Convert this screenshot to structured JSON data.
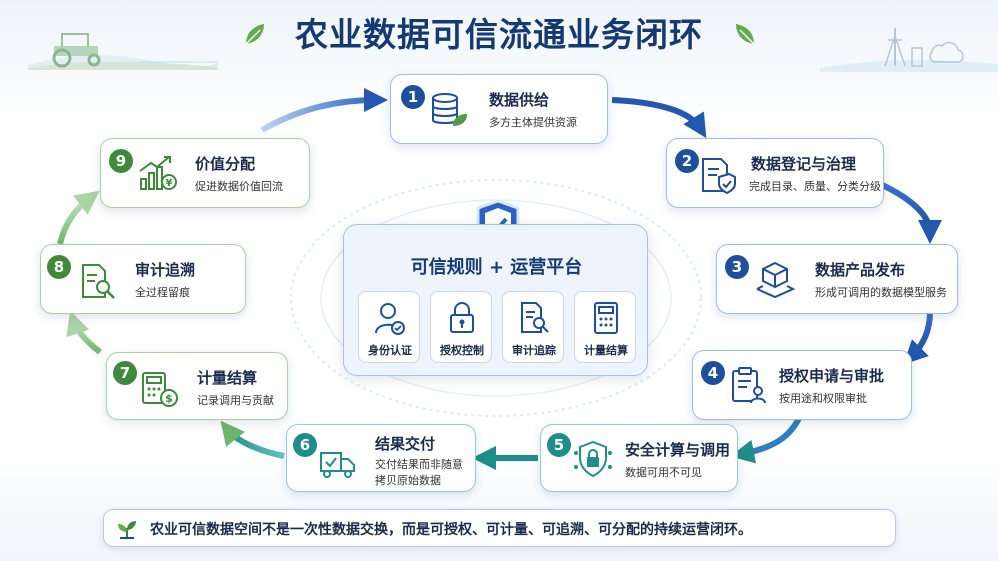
{
  "title": "农业数据可信流通业务闭环",
  "steps": [
    {
      "num": "1",
      "title": "数据供给",
      "sub1": "多方主体提供资源",
      "sub2": ""
    },
    {
      "num": "2",
      "title": "数据登记与治理",
      "sub1": "完成目录、质量、分类分级",
      "sub2": ""
    },
    {
      "num": "3",
      "title": "数据产品发布",
      "sub1": "形成可调用的数据模型服务",
      "sub2": ""
    },
    {
      "num": "4",
      "title": "授权申请与审批",
      "sub1": "按用途和权限审批",
      "sub2": ""
    },
    {
      "num": "5",
      "title": "安全计算与调用",
      "sub1": "数据可用不可见",
      "sub2": ""
    },
    {
      "num": "6",
      "title": "结果交付",
      "sub1": "交付结果而非随意",
      "sub2": "拷贝原始数据"
    },
    {
      "num": "7",
      "title": "计量结算",
      "sub1": "记录调用与贡献",
      "sub2": ""
    },
    {
      "num": "8",
      "title": "审计追溯",
      "sub1": "全过程留痕",
      "sub2": ""
    },
    {
      "num": "9",
      "title": "价值分配",
      "sub1": "促进数据价值回流",
      "sub2": ""
    }
  ],
  "center": {
    "title": "可信规则 + 运营平台",
    "tiles": [
      "身份认证",
      "授权控制",
      "审计追踪",
      "计量结算"
    ]
  },
  "banner": "农业可信数据空间不是一次性数据交换，而是可授权、可计量、可追溯、可分配的持续运营闭环。",
  "colors": {
    "blue": "#1e4f9c",
    "teal": "#1f8e8a",
    "green": "#3f8a3a",
    "title": "#153a73"
  },
  "icons": [
    "database-leaf-icon",
    "document-shield-icon",
    "cube-platform-icon",
    "clipboard-user-icon",
    "chip-lock-icon",
    "truck-check-icon",
    "calculator-coin-icon",
    "document-search-icon",
    "growth-chart-coin-icon",
    "shield-check-icon",
    "user-check-icon",
    "padlock-icon",
    "doc-search-icon",
    "calculator-icon",
    "sprout-icon",
    "tractor-icon",
    "tower-cloud-icon"
  ]
}
